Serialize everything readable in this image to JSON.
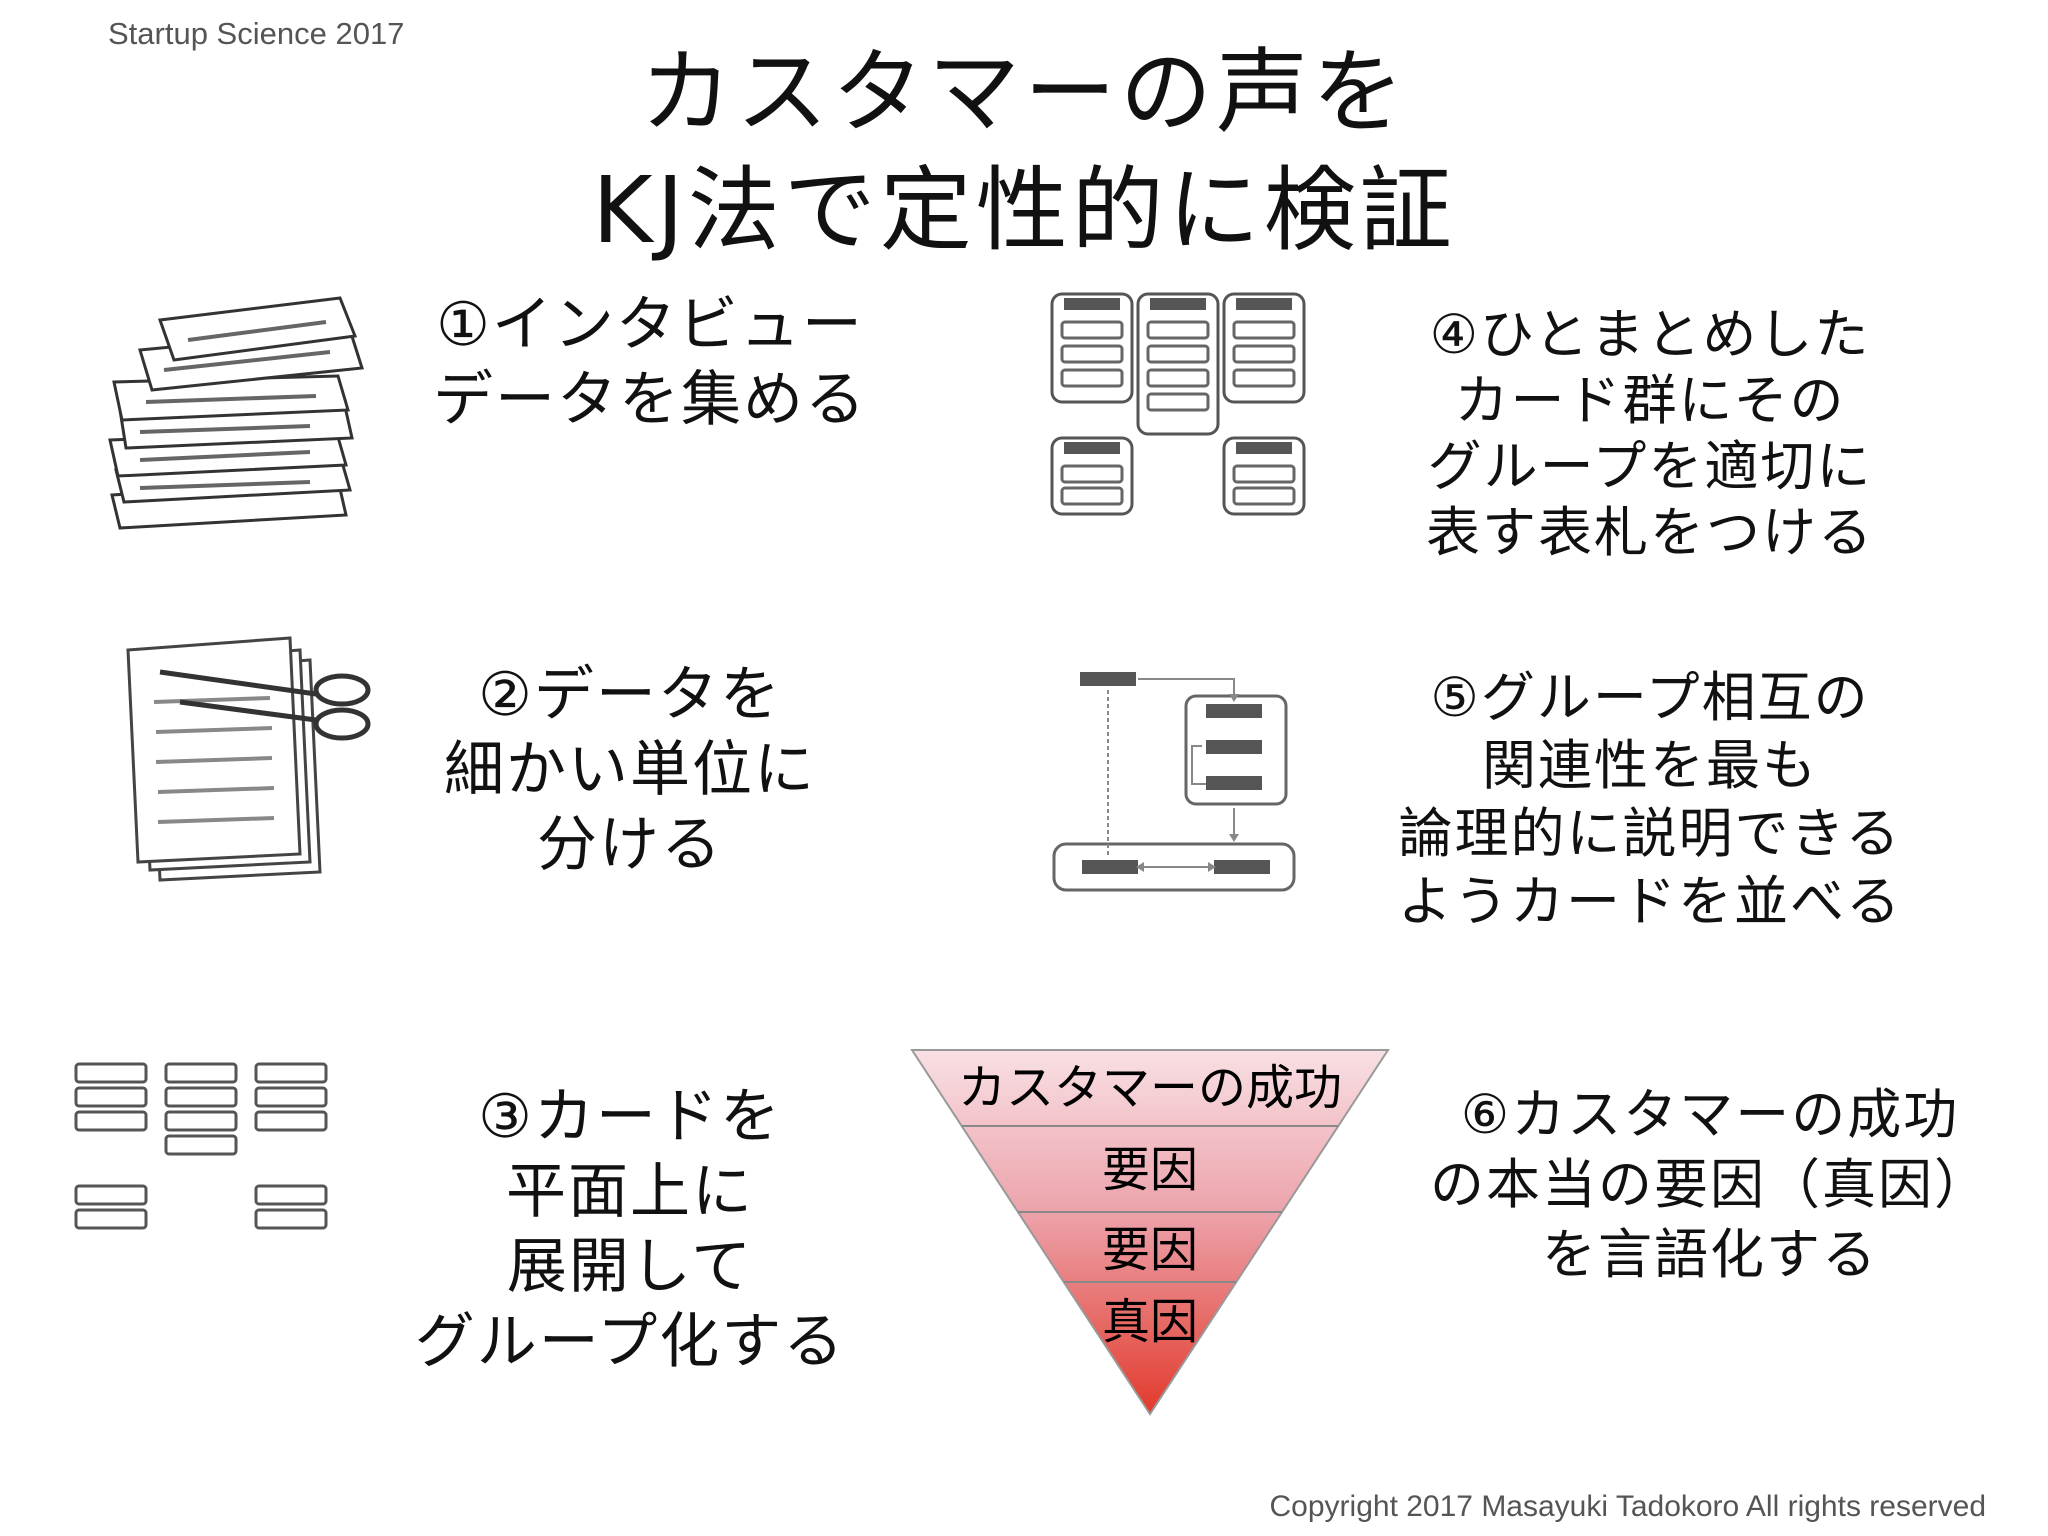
{
  "header": {
    "brand": "Startup Science 2017",
    "title_line1": "カスタマーの声を",
    "title_line2": "KJ法で定性的に検証"
  },
  "steps": [
    {
      "id": "1",
      "lines": [
        "①インタビュー",
        "データを集める"
      ],
      "icon": "paper-stack-icon"
    },
    {
      "id": "2",
      "lines": [
        "②データを",
        "細かい単位に",
        "分ける"
      ],
      "icon": "scissors-paper-icon"
    },
    {
      "id": "3",
      "lines": [
        "③カードを",
        "平面上に",
        "展開して",
        "グループ化する"
      ],
      "icon": "card-grid-icon"
    },
    {
      "id": "4",
      "lines": [
        "④ひとまとめした",
        "カード群にその",
        "グループを適切に",
        "表す表札をつける"
      ],
      "icon": "grouped-cards-icon"
    },
    {
      "id": "5",
      "lines": [
        "⑤グループ相互の",
        "関連性を最も",
        "論理的に説明できる",
        "ようカードを並べる"
      ],
      "icon": "flow-arrange-icon"
    },
    {
      "id": "6",
      "lines": [
        "⑥カスタマーの成功",
        "の本当の要因（真因）",
        "を言語化する"
      ],
      "icon": "funnel-icon"
    }
  ],
  "funnel": {
    "levels": [
      "カスタマーの成功",
      "要因",
      "要因",
      "真因"
    ],
    "colors": [
      "#f6dbe0",
      "#eeb0b8",
      "#e88088",
      "#e04a3c"
    ]
  },
  "footer": {
    "copyright": "Copyright 2017 Masayuki Tadokoro All rights reserved"
  }
}
